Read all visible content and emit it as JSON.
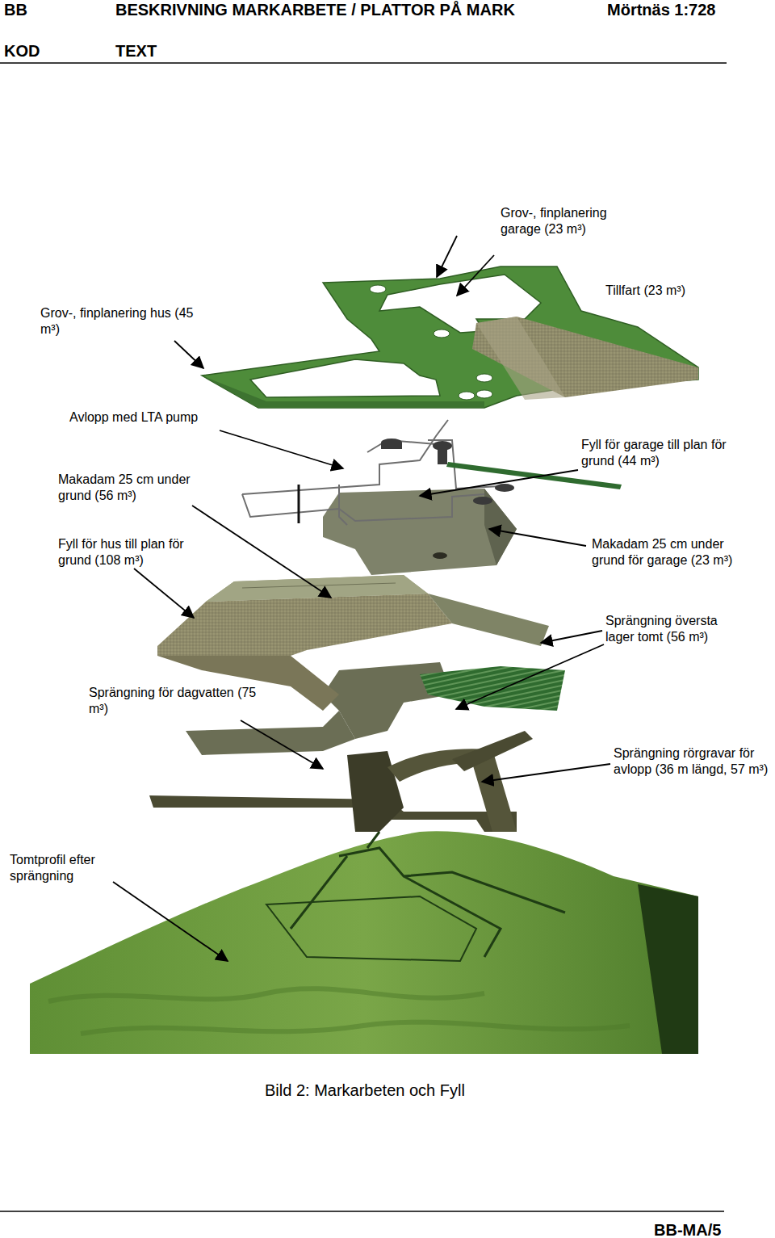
{
  "diagram": {
    "caption": "Bild 2: Markarbeten och Fyll",
    "labels": [
      "BB",
      "BESKRIVNING MARKARBETE / PLATTOR PÅ MARK",
      "Mörtnäs 1:728",
      "KOD",
      "TEXT",
      "Grov-, finplanering garage (23 m³)",
      "Grov-, finplanering hus (45 m³)",
      "Tillfart (23 m³)",
      "Avlopp med LTA pump",
      "Makadam 25 cm under grund (56 m³)",
      "Fyll för garage till plan för grund (44 m³)",
      "Fyll för hus till plan för grund (108 m³)",
      "Makadam 25 cm under grund för garage (23 m³)",
      "Sprängning översta lager tomt (56 m³)",
      "Sprängning för dagvatten (75 m³)",
      "Sprängning rörgravar för avlopp (36 m längd, 57 m³)",
      "Tomtprofil efter sprängning",
      "BB-MA/5"
    ]
  }
}
